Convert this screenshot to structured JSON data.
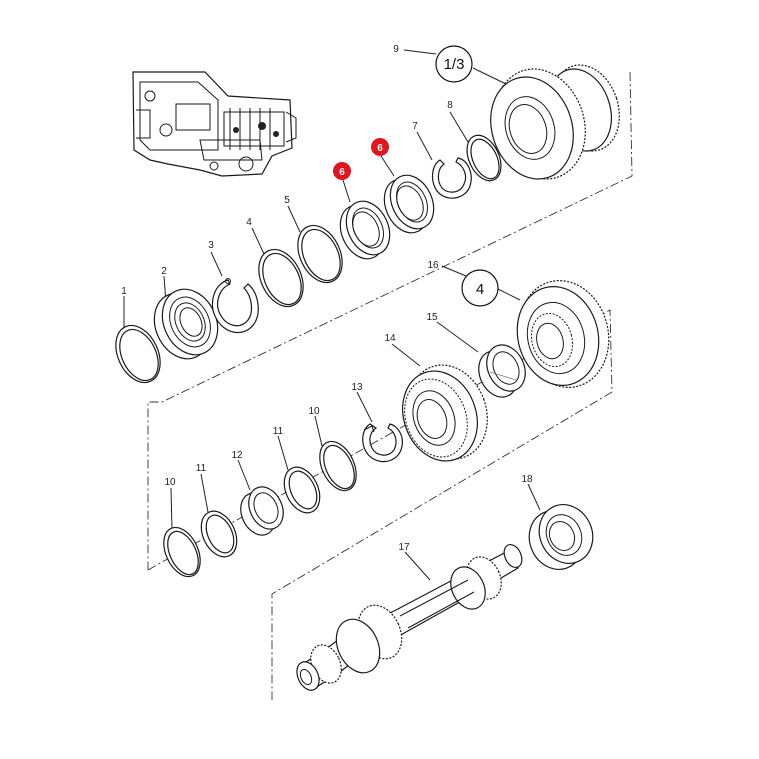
{
  "labels": {
    "p1": "1",
    "p2": "2",
    "p3": "3",
    "p4": "4",
    "p5": "5",
    "p6a": "6",
    "p6b": "6",
    "p7": "7",
    "p8": "8",
    "p9": "9",
    "p10a": "10",
    "p10b": "10",
    "p11a": "11",
    "p11b": "11",
    "p12": "12",
    "p13": "13",
    "p14": "14",
    "p15": "15",
    "p16": "16",
    "p17": "17",
    "p18": "18"
  },
  "groups": {
    "g13": "1/3",
    "g4": "4"
  },
  "colors": {
    "highlight": "#e0161e",
    "line": "#1a1a1a",
    "background": "#ffffff"
  }
}
